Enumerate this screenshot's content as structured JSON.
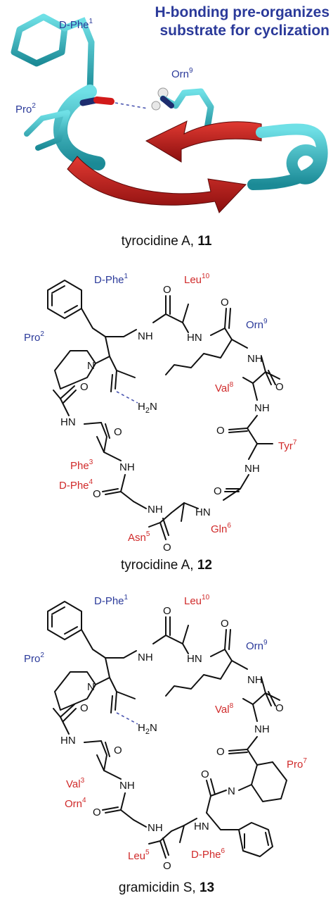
{
  "header": {
    "line1": "H-bonding pre-organizes",
    "line2": "substrate for cyclization"
  },
  "colors": {
    "blue_label": "#2b3a9a",
    "red_label": "#d02a2a",
    "tube": "#35b8c2",
    "sheet": "#c41a1a"
  },
  "model": {
    "labels": [
      "D-Phe",
      "Pro",
      "Orn"
    ],
    "sups": [
      "1",
      "2",
      "9"
    ]
  },
  "panels": [
    {
      "caption_name": "tyrocidine A, ",
      "caption_num": "11"
    },
    {
      "caption_name": "tyrocidine A, ",
      "caption_num": "12",
      "residues": {
        "dphe1": [
          "D-Phe",
          "1"
        ],
        "leu10": [
          "Leu",
          "10"
        ],
        "pro2": [
          "Pro",
          "2"
        ],
        "orn9": [
          "Orn",
          "9"
        ],
        "val8": [
          "Val",
          "8"
        ],
        "phe3": [
          "Phe",
          "3"
        ],
        "dphe4": [
          "D-Phe",
          "4"
        ],
        "tyr7": [
          "Tyr",
          "7"
        ],
        "asn5": [
          "Asn",
          "5"
        ],
        "gln6": [
          "Gln",
          "6"
        ]
      }
    },
    {
      "caption_name": "gramicidin S, ",
      "caption_num": "13",
      "residues": {
        "dphe1": [
          "D-Phe",
          "1"
        ],
        "leu10": [
          "Leu",
          "10"
        ],
        "pro2": [
          "Pro",
          "2"
        ],
        "orn9": [
          "Orn",
          "9"
        ],
        "val8": [
          "Val",
          "8"
        ],
        "val3": [
          "Val",
          "3"
        ],
        "orn4": [
          "Orn",
          "4"
        ],
        "pro7": [
          "Pro",
          "7"
        ],
        "leu5": [
          "Leu",
          "5"
        ],
        "dphe6": [
          "D-Phe",
          "6"
        ]
      }
    }
  ],
  "atoms": {
    "nh": "NH",
    "hn": "HN",
    "n": "N",
    "o": "O",
    "h2n": "H2N"
  }
}
